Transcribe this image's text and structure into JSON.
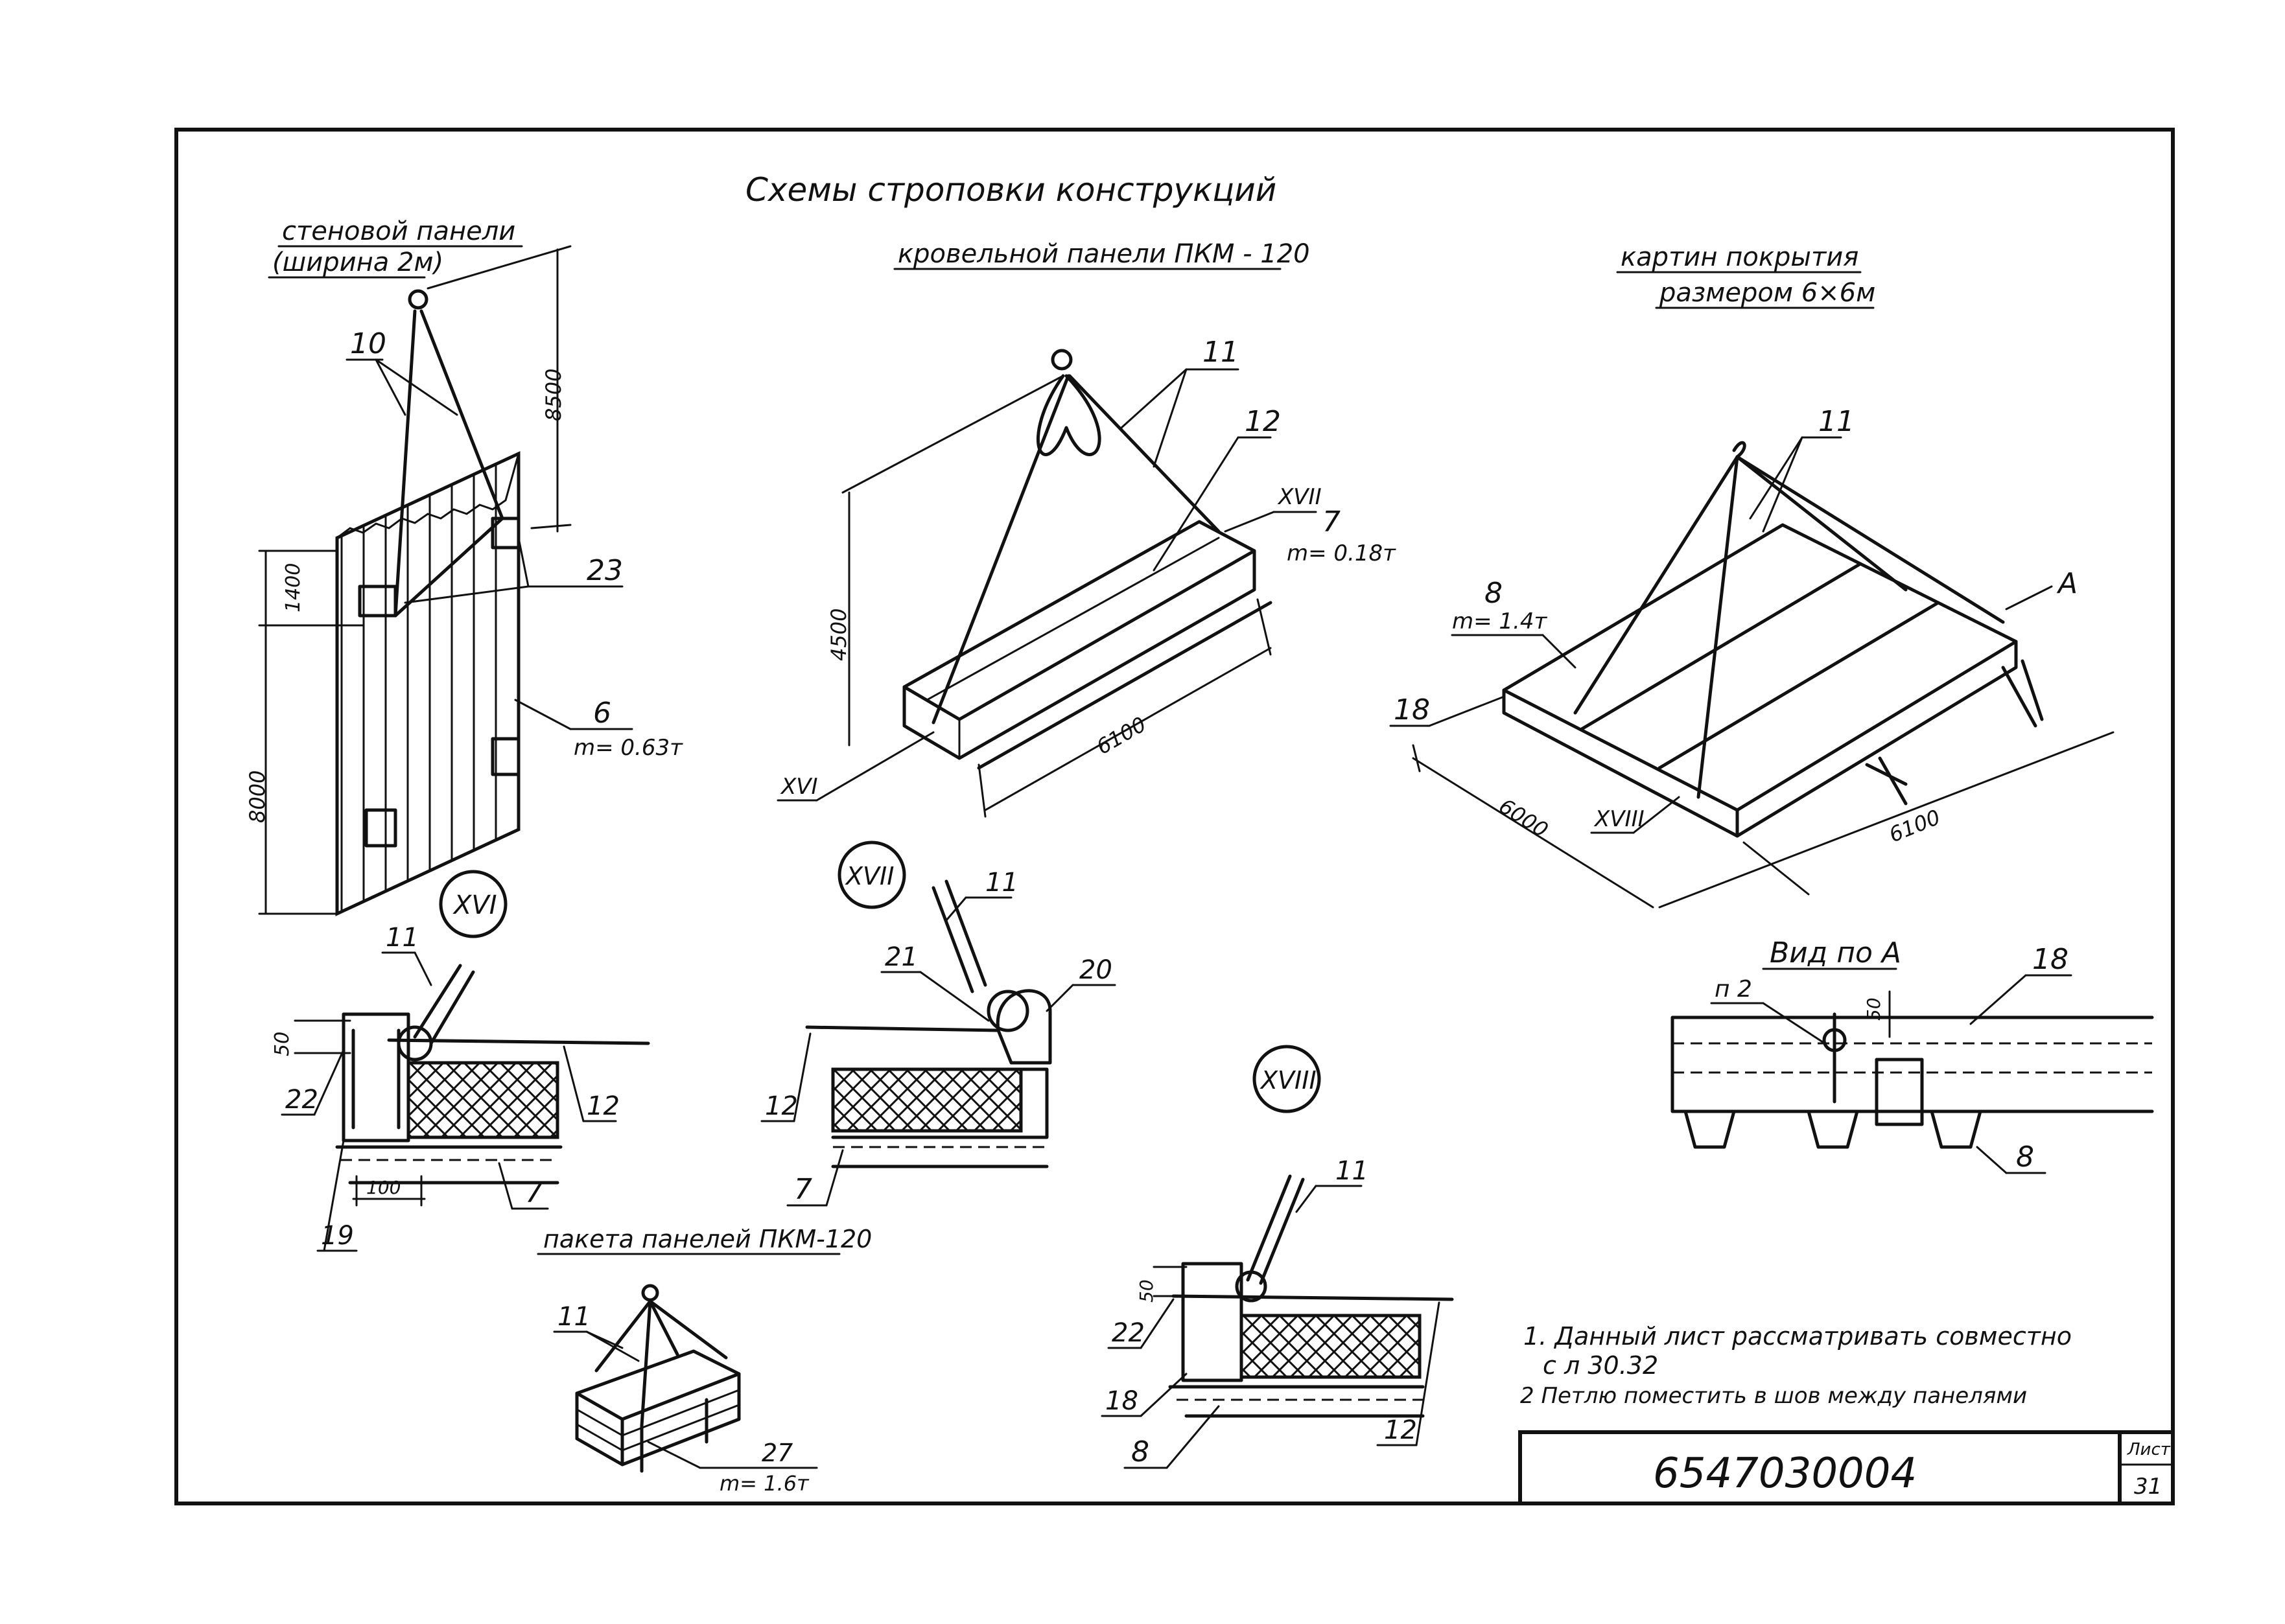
{
  "title": "Схемы строповки конструкций",
  "captions": {
    "wall_panel_line1": "стеновой панели",
    "wall_panel_line2": "(ширина 2м)",
    "roof_panel": "кровельной панели ПКМ - 120",
    "roof_cover_line1": "картин покрытия",
    "roof_cover_line2": "размером 6×6м",
    "panel_pack": "пакета панелей ПКМ-120",
    "view_a": "Вид по А"
  },
  "callouts": {
    "wall": {
      "sling": "10",
      "bracket": "23",
      "panel": "6",
      "mass": "m= 0.63т",
      "dim_top": "8500",
      "dim_gap": "1400",
      "dim_height": "8000"
    },
    "roof": {
      "sling": "11",
      "beam": "12",
      "node_ref": "XVII",
      "panel": "7",
      "mass": "m= 0.18т",
      "dim_height": "4500",
      "dim_length": "6100",
      "node_ref_bottom": "XVI"
    },
    "cover": {
      "sling": "11",
      "panel": "8",
      "mass": "m= 1.4т",
      "beam": "18",
      "view_arrow": "A",
      "dim_width": "6000",
      "dim_length": "6100",
      "node_ref": "XVIII"
    },
    "node_xvi": {
      "label": "XVI",
      "sling": "11",
      "dim_50": "50",
      "part_22": "22",
      "part_12": "12",
      "dim_100": "100",
      "part_7": "7",
      "part_19": "19"
    },
    "node_xvii": {
      "label": "XVII",
      "sling": "11",
      "part_21": "21",
      "part_20": "20",
      "part_12": "12",
      "part_7": "7"
    },
    "node_xviii": {
      "label": "XVIII",
      "sling": "11",
      "dim_50": "50",
      "part_22": "22",
      "part_18": "18",
      "part_8": "8",
      "part_12": "12"
    },
    "view_a": {
      "loop": "п 2",
      "dim_50": "50",
      "beam": "18",
      "panel": "8"
    },
    "pack": {
      "sling": "11",
      "part": "27",
      "mass": "m= 1.6т"
    }
  },
  "notes": [
    "1. Данный лист рассматривать совместно",
    "с л 30.32",
    "2 Петлю поместить в шов между панелями"
  ],
  "stamp": {
    "code": "6547030004",
    "sheet_label": "Лист",
    "sheet_number": "31"
  }
}
